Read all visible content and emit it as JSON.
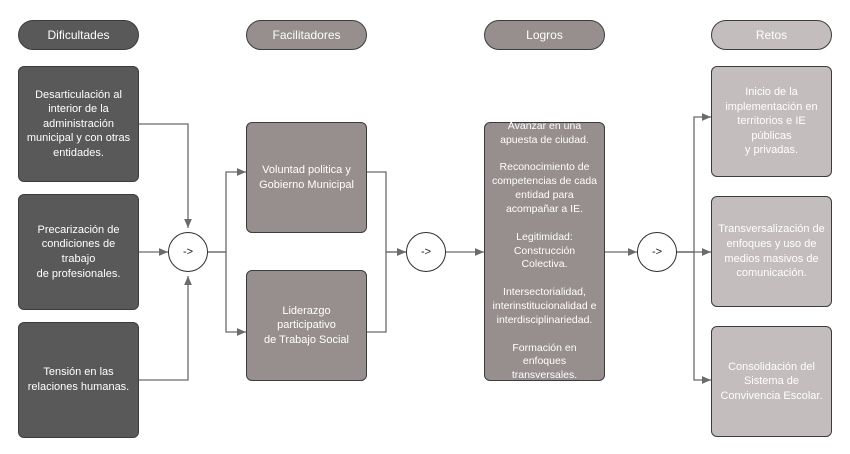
{
  "diagram": {
    "title": "Dificultades - Facilitadores - Logros - Retos",
    "colors": {
      "dark": "#595959",
      "mid": "#978e8e",
      "light": "#c3bdbd",
      "stroke": "#3c3c3c",
      "wire": "#6b6b6b",
      "background": "#ffffff",
      "text": "#ffffff"
    }
  },
  "columns": [
    {
      "key": "dificultades",
      "header": "Dificultades",
      "nodes": [
        {
          "text": "Desarticulación al\ninterior de la\nadministración\nmunicipal y con otras\nentidades."
        },
        {
          "text": "Precarización de\ncondiciones de trabajo\nde profesionales."
        },
        {
          "text": "Tensión en las\nrelaciones humanas."
        }
      ]
    },
    {
      "key": "facilitadores",
      "header": "Facilitadores",
      "nodes": [
        {
          "text": "Voluntad politica y\nGobierno Municipal"
        },
        {
          "text": "Liderazgo participativo\nde Trabajo Social"
        }
      ]
    },
    {
      "key": "logros",
      "header": "Logros",
      "nodes": [
        {
          "text": "Avanzar en una\napuesta de ciudad.\n\nReconocimiento de\ncompetencias de cada\nentidad para\nacompañar a IE.\n\nLegitimidad:\nConstrucción\nColectiva.\n\nIntersectorialidad,\ninterinstitucionalidad e\ninterdisciplinariedad.\n\nFormación en\nenfoques\ntransversales."
        }
      ]
    },
    {
      "key": "retos",
      "header": "Retos",
      "nodes": [
        {
          "text": "Inicio de la\nimplementación en\nterritorios e IE públicas\ny privadas."
        },
        {
          "text": "Transversalización de\nenfoques y uso de\nmedios masivos de\ncomunicación."
        },
        {
          "text": "Consolidación del\nSistema de\nConvivencia Escolar."
        }
      ]
    }
  ],
  "connectors": [
    {
      "key": "junction-1",
      "label": "->"
    },
    {
      "key": "junction-2",
      "label": "->"
    },
    {
      "key": "junction-3",
      "label": "->"
    }
  ]
}
